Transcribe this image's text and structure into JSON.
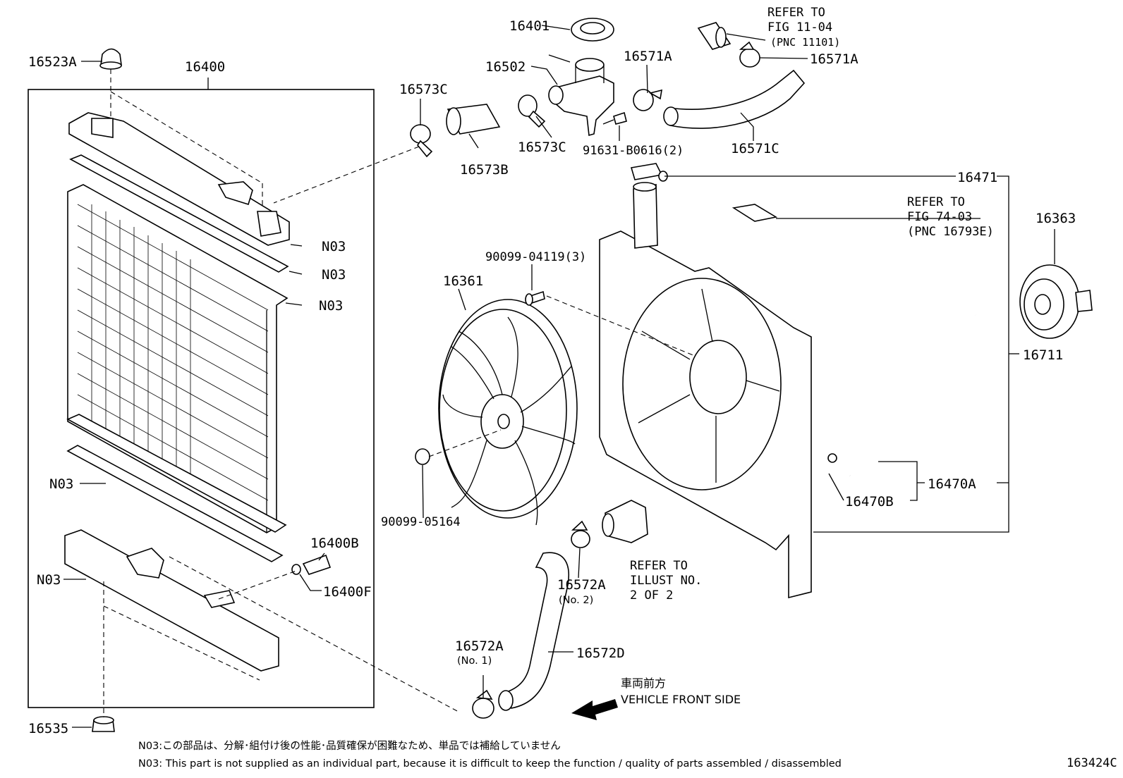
{
  "labels": {
    "p16523A": "16523A",
    "p16400": "16400",
    "p16401": "16401",
    "p16502": "16502",
    "p16571A_1": "16571A",
    "p16571A_2": "16571A",
    "p16571C": "16571C",
    "p16573C_1": "16573C",
    "p16573C_2": "16573C",
    "p16573B": "16573B",
    "p91631": "91631-B0616(2)",
    "p16471": "16471",
    "p16363": "16363",
    "p16711": "16711",
    "p90099_04119": "90099-04119(3)",
    "p16361": "16361",
    "p90099_05164": "90099-05164",
    "pN03_1": "N03",
    "pN03_2": "N03",
    "pN03_3": "N03",
    "pN03_4": "N03",
    "pN03_5": "N03",
    "p16400B": "16400B",
    "p16400F": "16400F",
    "p16535": "16535",
    "p16572A_1": "16572A",
    "p16572A_1_sub": "(No. 1)",
    "p16572A_2": "16572A",
    "p16572A_2_sub": "(No. 2)",
    "p16572D": "16572D",
    "p16470A": "16470A",
    "p16470B": "16470B"
  },
  "references": {
    "fig11": [
      "REFER TO",
      "FIG 11-04",
      "(PNC 11101)"
    ],
    "fig74": [
      "REFER TO",
      "FIG 74-03",
      "(PNC 16793E)"
    ],
    "illust": [
      "REFER TO",
      "ILLUST NO.",
      "2 OF 2"
    ]
  },
  "direction": {
    "jp": "車両前方",
    "en": "VEHICLE FRONT SIDE"
  },
  "notes": {
    "jp": "N03:この部品は、分解･組付け後の性能･品質確保が困難なため、単品では補給していません",
    "en": "N03: This part is not supplied as an individual part, because it is difficult to keep the function / quality of parts assembled / disassembled"
  },
  "figure_id": "163424C"
}
